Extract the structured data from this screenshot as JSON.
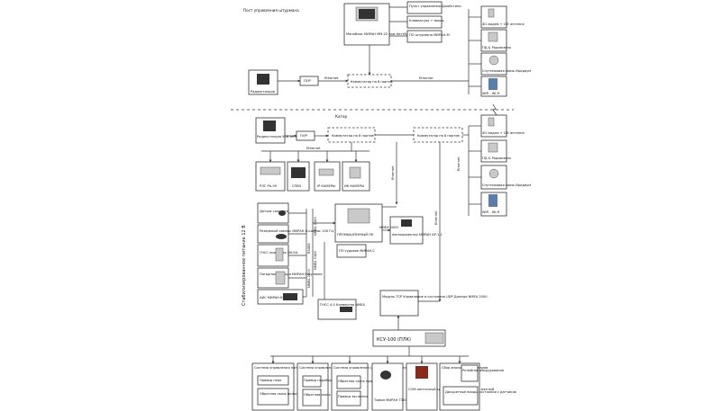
{
  "bridge": {
    "label": "Пост управления штурмана",
    "joysticks": "Пульт управления Джойстики",
    "keyboard": "Клавиатура + мышь",
    "panel": "Моноблок МИРАН ММ-22 или Неттбук",
    "software": "ПО штурмана МИРАН-М",
    "radio": "Радиостанция",
    "pdp": "ПОР",
    "switch": "Коммутатор на 8 портов",
    "eth1": "Ethernet",
    "eth2": "Ethernet",
    "right_devices": [
      "4G модем + LTE антенна",
      "ПД & Радиосвязь",
      "Спутниковая связь Иридиум",
      "WiFi - Wi-Fi"
    ]
  },
  "boat": {
    "label": "Катер",
    "radio_vhf": "Радиостанция УКВ антенной",
    "pdp": "ПОР",
    "switch8": "Коммутатор на 8 портов",
    "switch8b": "Коммутатор на 8 портов",
    "eth_top": "Ethernet",
    "eth_right": "Ethernet",
    "eth_vert": "Ethernet",
    "eth_v2": "Ethernet",
    "power_label": "Стабилизированное питание 12 В",
    "devices_row": [
      "РЛС РА-09",
      "СПВЭ",
      "IP КАМЕРЫ",
      "ИК КАМЕРЫ"
    ],
    "sensors": [
      "Датчик скорости",
      "Резервный компас МИРАН К-компас 100 ГЦ",
      "ГНСС приемник DX-9A",
      "Погодная станция МИРАН Розу мини",
      "АИС МИРАН БС-1"
    ],
    "nmea_labels": [
      "NMEA 0183",
      "NMEA 0183",
      "RS485",
      "NMEA 2000"
    ],
    "pc": "ПРОМЫШЛЕННЫЙ ПК",
    "pc_sw": "ПО судовое МИРАН-С",
    "autopilot": "Автокорректор МИРАН АР-1-1",
    "can_label": "NMEA 2000",
    "gps_nmea": "ГНСС 4.5 Конвертер NMEA",
    "module": "Модуль TCP Управление и состояние UDP Данные NMEA 2000",
    "ksu": "КСУ-100 (ПЛК)",
    "right_devices": [
      "4G модем + LTE антенна",
      "ПД & Радиосвязь",
      "Спутниковая связь Иридиум",
      "WiFi - Wi-Fi"
    ],
    "bottom": [
      {
        "title": "Система управления направлением",
        "items": [
          "Привод перо",
          "Обратная связь положения руля"
        ]
      },
      {
        "title": "Система управления переборкой",
        "items": [
          "Привод переборки",
          "Обратная связь переборки"
        ]
      },
      {
        "title": "Система управления (дроссельной заслонкой)",
        "items": [
          "Обратная связь привода",
          "Привод заслонки"
        ]
      },
      {
        "title": "Тифон МИРАН ТЗ0030",
        "items": []
      },
      {
        "title": "СОМ-ленточный красный, Пробесный(ый) желтый",
        "items": []
      },
      {
        "title": "Сбор аналоговых сигналов",
        "items": [
          "Релейное оборудование",
          "Дискретные входы состояния с датчиков"
        ]
      }
    ]
  },
  "colors": {
    "line": "#333333",
    "box": "#ffffff",
    "device": "#c9c9c9"
  }
}
